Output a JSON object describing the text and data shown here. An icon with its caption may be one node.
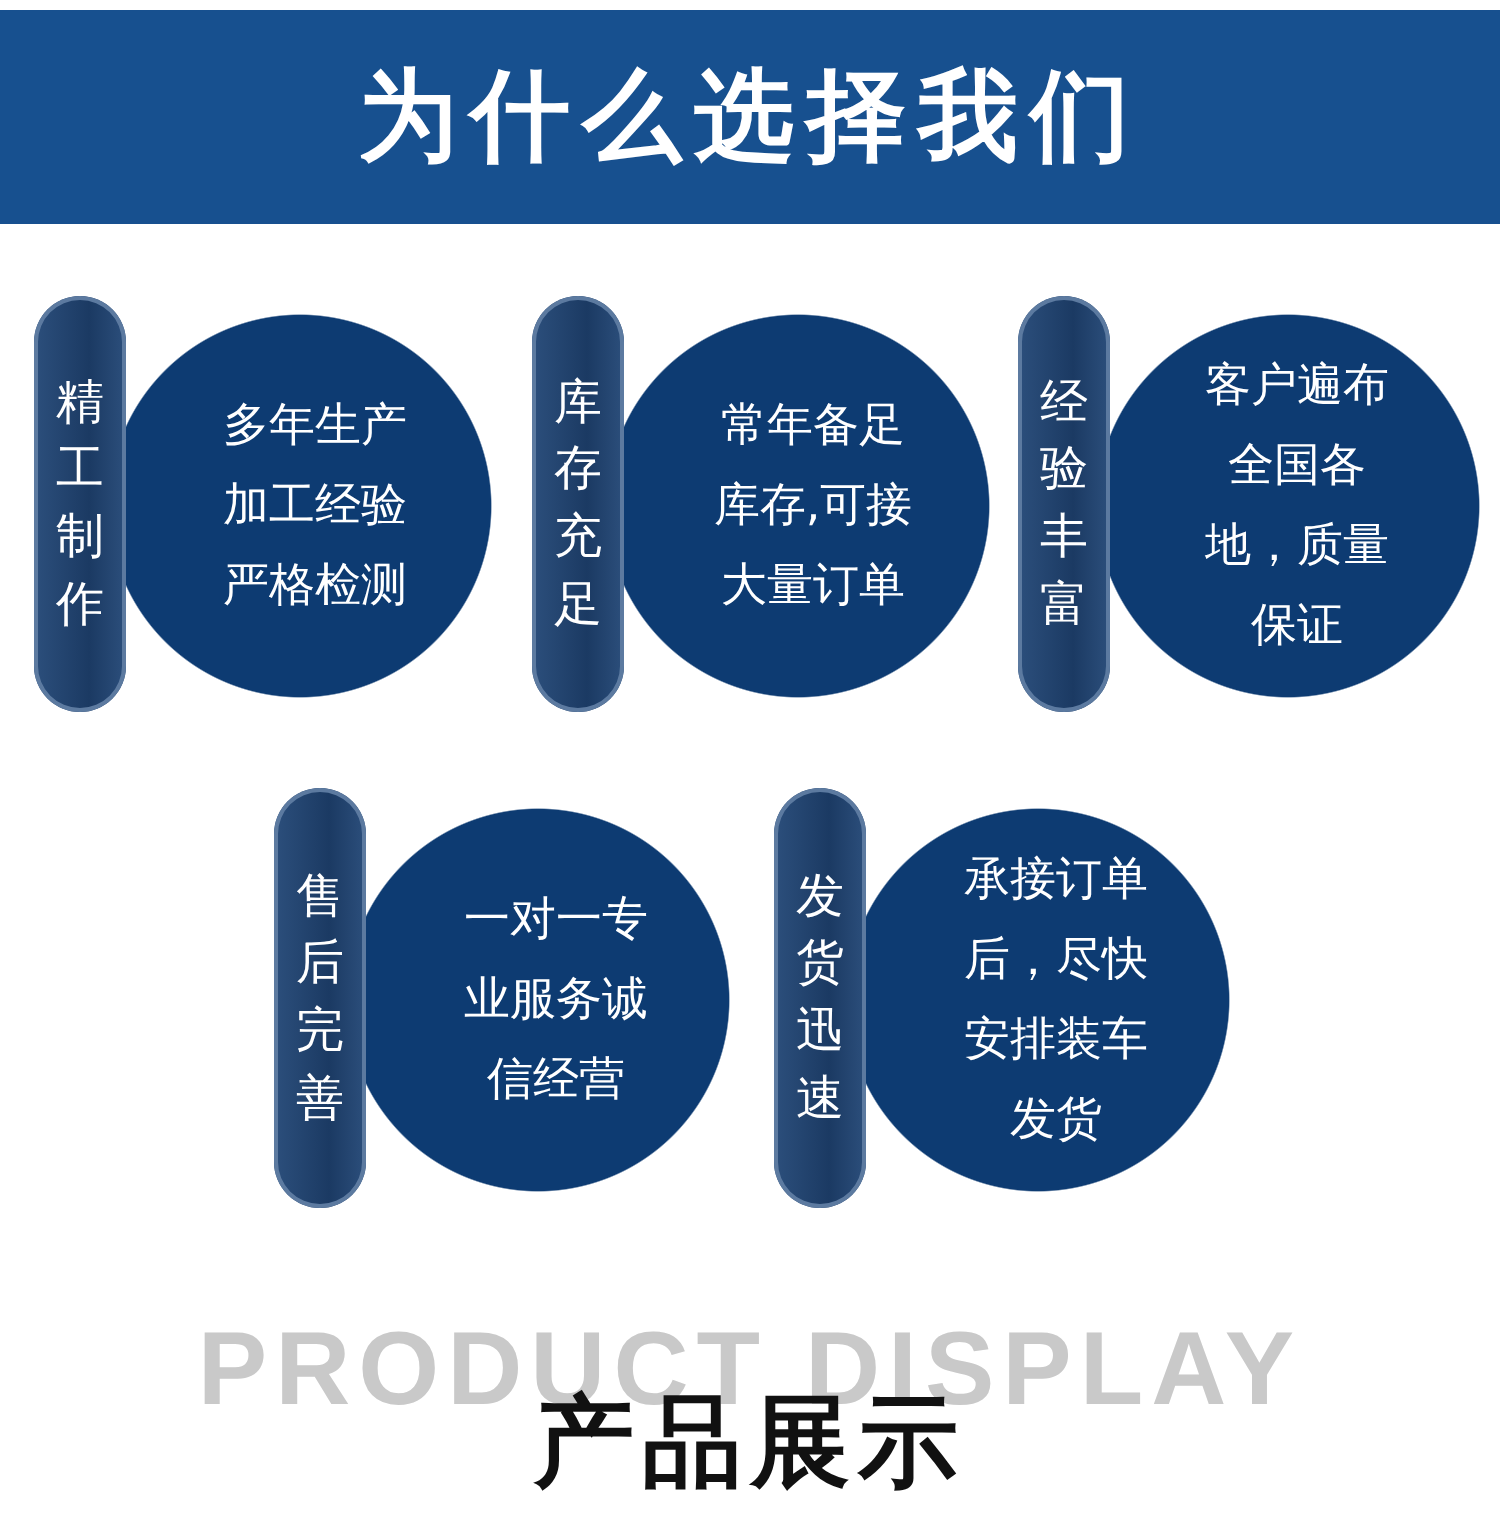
{
  "diagram": {
    "title": "为什么选择我们",
    "nodes": [
      {
        "text": [
          "精工制作"
        ]
      },
      {
        "text": [
          "多年生产加工经验严格检测"
        ]
      },
      {
        "text": [
          "库存充足"
        ]
      },
      {
        "text": [
          "常年备足库存,可接大量订单"
        ]
      },
      {
        "text": [
          "经验丰富"
        ]
      },
      {
        "text": [
          "客户遍布全国各地，质量保证"
        ]
      },
      {
        "text": [
          "售后完善"
        ]
      },
      {
        "text": [
          "一对一专业服务诚信经营"
        ]
      },
      {
        "text": [
          "发货迅速"
        ]
      },
      {
        "text": [
          "承接订单后，尽快安排装车发货"
        ]
      }
    ],
    "labels": [
      "PRODUCT DISPLAY",
      "产品展示"
    ]
  }
}
